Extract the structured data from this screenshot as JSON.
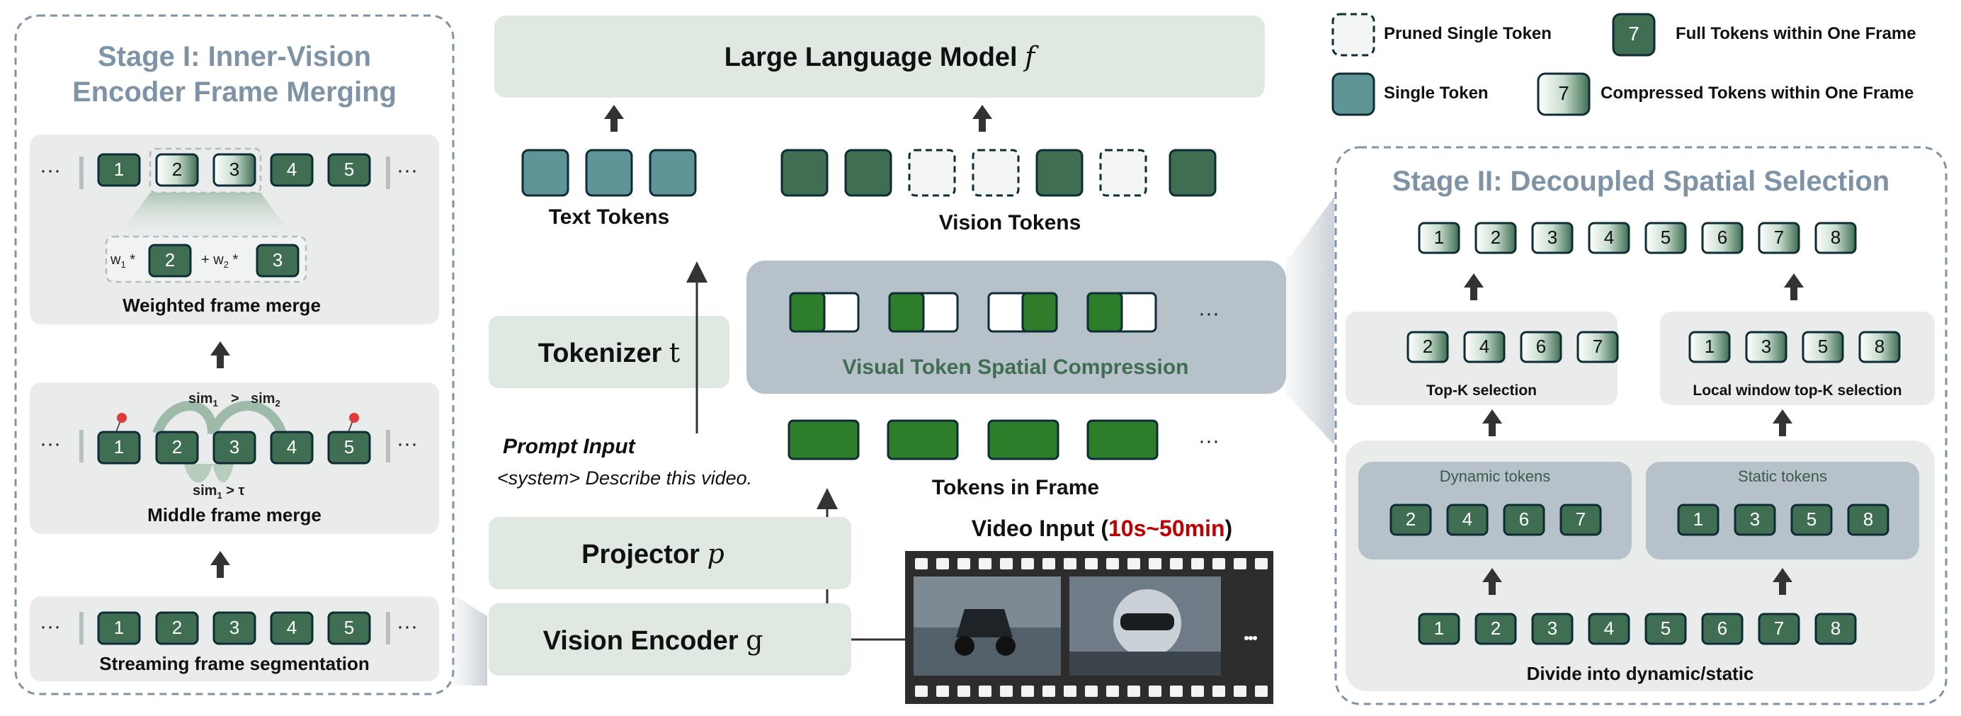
{
  "legend": {
    "pruned": "Pruned Single Token",
    "single": "Single Token",
    "full": "Full Tokens within One Frame",
    "compressed": "Compressed Tokens within One Frame",
    "full_num": "7",
    "compressed_num": "7"
  },
  "stage1": {
    "title_line1": "Stage I: Inner-Vision",
    "title_line2": "Encoder Frame Merging",
    "weighted_caption": "Weighted frame merge",
    "middle_caption": "Middle frame merge",
    "streaming_caption": "Streaming frame segmentation",
    "w1": "w",
    "w1_sub": "1",
    "w2": "w",
    "w2_sub": "2",
    "times": "*",
    "plus": "+",
    "sim1": "sim",
    "sim1_sub": "1",
    "gt": ">",
    "sim2": "sim",
    "sim2_sub": "2",
    "sim3": "sim",
    "sim3_sub": "1",
    "tau": "> τ",
    "ellipsis": "···",
    "row_numbers": [
      "1",
      "2",
      "3",
      "4",
      "5"
    ],
    "merge_numbers": [
      "2",
      "3"
    ]
  },
  "center": {
    "llm_title": "Large Language Model",
    "llm_symbol": "f",
    "text_tokens": "Text Tokens",
    "vision_tokens": "Vision Tokens",
    "tokenizer": "Tokenizer",
    "tokenizer_symbol": "t",
    "spatial_compression": "Visual Token Spatial Compression",
    "prompt_title": "Prompt Input",
    "prompt_text": "<system> Describe this video.",
    "tokens_in_frame": "Tokens in Frame",
    "projector": "Projector",
    "projector_symbol": "p",
    "vision_encoder": "Vision Encoder",
    "encoder_symbol": "g",
    "video_input_prefix": "Video Input (",
    "video_duration": "10s~50min",
    "video_input_suffix": ")",
    "ellipsis": "···"
  },
  "stage2": {
    "title": "Stage II: Decoupled Spatial Selection",
    "topk": "Top-K selection",
    "local_topk": "Local window top-K selection",
    "dynamic": "Dynamic tokens",
    "static": "Static tokens",
    "divide": "Divide into dynamic/static",
    "top_numbers": [
      "1",
      "2",
      "3",
      "4",
      "5",
      "6",
      "7",
      "8"
    ],
    "topk_numbers": [
      "2",
      "4",
      "6",
      "7"
    ],
    "local_numbers": [
      "1",
      "3",
      "5",
      "8"
    ],
    "dynamic_numbers": [
      "2",
      "4",
      "6",
      "7"
    ],
    "static_numbers": [
      "1",
      "3",
      "5",
      "8"
    ],
    "bottom_numbers": [
      "1",
      "2",
      "3",
      "4",
      "5",
      "6",
      "7",
      "8"
    ]
  },
  "colors": {
    "dark_green": "#3f6e52",
    "bright_green": "#2e7d2a",
    "teal": "#5f9597",
    "panel": "#e7ebe8",
    "mint": "#dde9e2",
    "slate": "#b6c1ca",
    "title_gray": "#7f93a6",
    "red": "#c00000"
  }
}
